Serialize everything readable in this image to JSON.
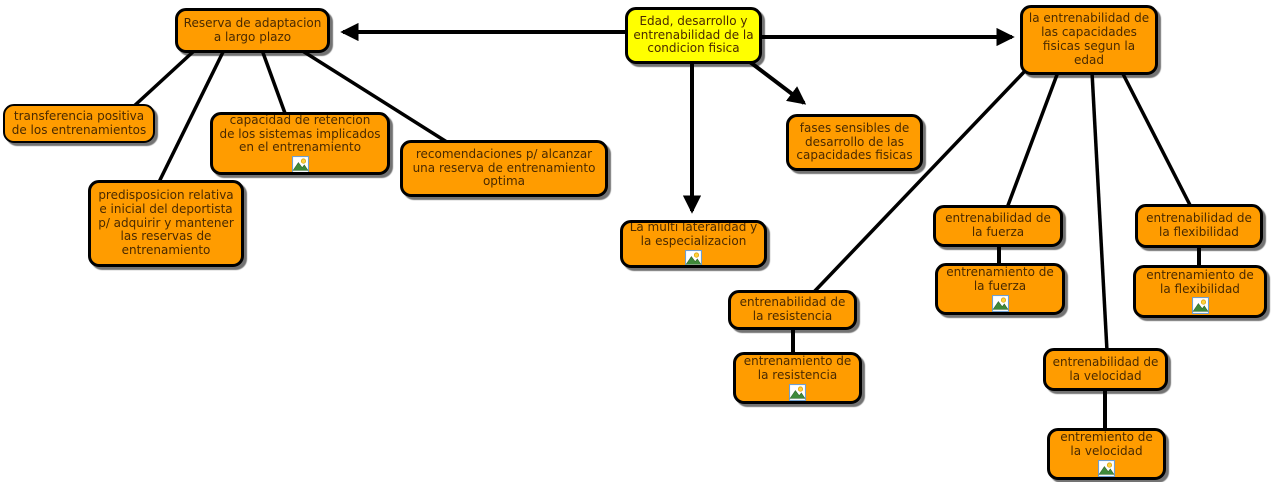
{
  "diagram": {
    "type": "concept-map",
    "colors": {
      "concept_fill": "#FF9C00",
      "root_fill": "#FFFF00",
      "outline": "#000000",
      "text": "#4A2A00",
      "background": "#FFFFFF"
    },
    "nodes": {
      "root": {
        "label": "Edad, desarrollo y\nentrenabilidad de la\ncondicion fisica"
      },
      "reserva": {
        "label": "Reserva de adaptacion\na largo plazo"
      },
      "transferencia": {
        "label": "transferencia positiva\nde los entrenamientos"
      },
      "capacidad": {
        "label": "capacidad de retencion\nde los sistemas implicados\nen el entrenamiento",
        "resource_icon": "image-icon"
      },
      "predisposicion": {
        "label": "predisposicion relativa\ne inicial del deportista\np/ adquirir y mantener\nlas reservas de\nentrenamiento"
      },
      "recomendaciones": {
        "label": "recomendaciones p/ alcanzar\nuna reserva de entrenamiento\noptima"
      },
      "fases": {
        "label": "fases sensibles de\ndesarrollo de las\ncapacidades fisicas"
      },
      "entrenabilidad_edad": {
        "label": "la entrenabilidad de\nlas capacidades\nfisicas segun la\nedad"
      },
      "multilateralidad": {
        "label": "La multi lateralidad y\nla especializacion",
        "resource_icon": "image-icon"
      },
      "entrenabilidad_resistencia": {
        "label": "entrenabilidad de\nla resistencia"
      },
      "entrenamiento_resistencia": {
        "label": "entrenamiento de\nla resistencia",
        "resource_icon": "image-icon"
      },
      "entrenabilidad_fuerza": {
        "label": "entrenabilidad de\nla fuerza"
      },
      "entrenamiento_fuerza": {
        "label": "entrenamiento de\nla fuerza",
        "resource_icon": "image-icon"
      },
      "entrenabilidad_flexibilidad": {
        "label": "entrenabilidad de\nla flexibilidad"
      },
      "entrenamiento_flexibilidad": {
        "label": "entrenamiento de\nla flexibilidad",
        "resource_icon": "image-icon"
      },
      "entrenabilidad_velocidad": {
        "label": "entrenabilidad de\nla velocidad"
      },
      "entremiento_velocidad": {
        "label": "entremiento de\nla velocidad",
        "resource_icon": "image-icon"
      }
    }
  }
}
